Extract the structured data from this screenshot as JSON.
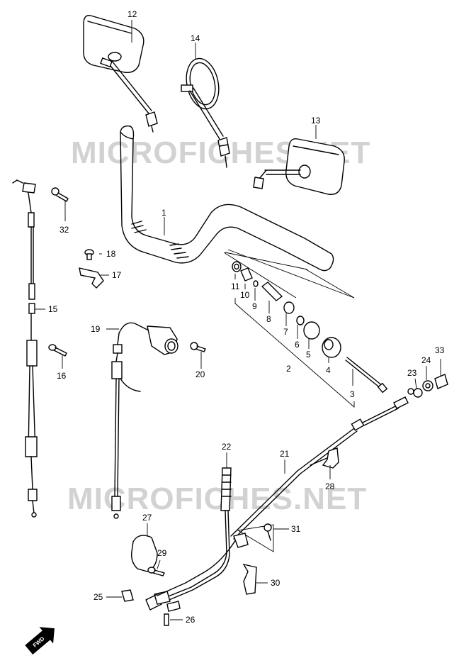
{
  "watermarks": [
    "MICROFICHES.NET",
    "MICROFICHES.NET"
  ],
  "callouts": [
    {
      "id": "p1",
      "label": "1"
    },
    {
      "id": "p2",
      "label": "2"
    },
    {
      "id": "p3",
      "label": "3"
    },
    {
      "id": "p4",
      "label": "4"
    },
    {
      "id": "p5",
      "label": "5"
    },
    {
      "id": "p6",
      "label": "6"
    },
    {
      "id": "p7",
      "label": "7"
    },
    {
      "id": "p8",
      "label": "8"
    },
    {
      "id": "p9",
      "label": "9"
    },
    {
      "id": "p10",
      "label": "10"
    },
    {
      "id": "p11",
      "label": "11"
    },
    {
      "id": "p12",
      "label": "12"
    },
    {
      "id": "p13",
      "label": "13"
    },
    {
      "id": "p14",
      "label": "14"
    },
    {
      "id": "p15",
      "label": "15"
    },
    {
      "id": "p16",
      "label": "16"
    },
    {
      "id": "p17",
      "label": "17"
    },
    {
      "id": "p18",
      "label": "18"
    },
    {
      "id": "p19",
      "label": "19"
    },
    {
      "id": "p20",
      "label": "20"
    },
    {
      "id": "p21",
      "label": "21"
    },
    {
      "id": "p22",
      "label": "22"
    },
    {
      "id": "p23",
      "label": "23"
    },
    {
      "id": "p24",
      "label": "24"
    },
    {
      "id": "p25",
      "label": "25"
    },
    {
      "id": "p26",
      "label": "26"
    },
    {
      "id": "p27",
      "label": "27"
    },
    {
      "id": "p28",
      "label": "28"
    },
    {
      "id": "p29",
      "label": "29"
    },
    {
      "id": "p30",
      "label": "30"
    },
    {
      "id": "p31",
      "label": "31"
    },
    {
      "id": "p32",
      "label": "32"
    },
    {
      "id": "p33",
      "label": "33"
    }
  ],
  "fwd_label": "FWD"
}
